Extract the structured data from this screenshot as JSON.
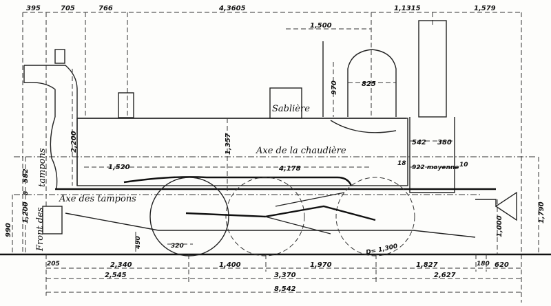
{
  "top_dims": [
    "395",
    "705",
    "766",
    "4,3605",
    "1,1315",
    "1,579"
  ],
  "upper_dims": {
    "dome_offset": "1,500",
    "dome_height": "970",
    "dome_width": "825",
    "cab_height": "2,200",
    "boiler_axis": "1,357",
    "smokebox_542": "542",
    "smokebox_380": "380",
    "buffer_axis": "582",
    "buffer_gap": "8",
    "dim_1520": "1,520",
    "tube_length": "4,178",
    "gap_18": "18",
    "chimney_mean": "922 moyenne",
    "gap_10": "10"
  },
  "side_dims": {
    "d990": "990",
    "d1200": "1,200",
    "d490": "490",
    "d320": "320",
    "d1000": "1,000",
    "d1790": "1,790",
    "wheel_diameter": "D= 1,300"
  },
  "labels": {
    "sandbox": "Sablière",
    "boiler_axis": "Axe de la chaudière",
    "buffer_axis": "Axe des tampons",
    "buffers": "tampons",
    "buffer_front": "Front des"
  },
  "bottom_row1": [
    "205",
    "2,340",
    "1,400",
    "1,970",
    "1,827",
    "180",
    "620"
  ],
  "bottom_row2": [
    "2,545",
    "3,370",
    "2,627"
  ],
  "bottom_total": "8,542"
}
